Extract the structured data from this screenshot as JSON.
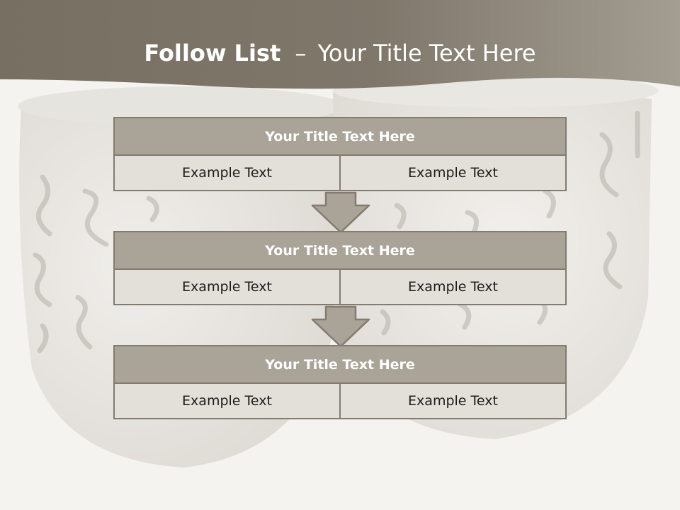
{
  "slide": {
    "title_bold": "Follow List",
    "title_separator": "–",
    "title_rest": "Your Title Text Here"
  },
  "blocks": [
    {
      "title": "Your Title Text Here",
      "cells": [
        "Example Text",
        "Example Text"
      ]
    },
    {
      "title": "Your Title Text Here",
      "cells": [
        "Example Text",
        "Example Text"
      ]
    },
    {
      "title": "Your Title Text Here",
      "cells": [
        "Example Text",
        "Example Text"
      ]
    }
  ],
  "colors": {
    "header_band": "#7d7466",
    "title_fill": "#aaa397",
    "cell_fill": "#e3e0da",
    "border": "#837b6f",
    "arrow_fill": "#aaa397"
  }
}
